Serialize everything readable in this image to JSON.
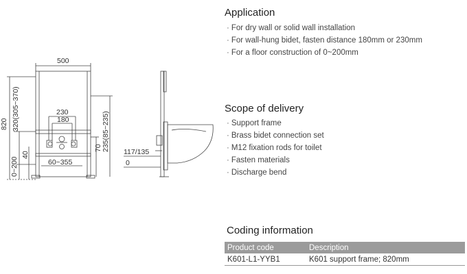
{
  "drawing": {
    "dim_width": "500",
    "dim_height_total": "820",
    "dim_height_range": "320(305~370)",
    "dim_floor": "0~200",
    "dim_low": "40",
    "dim_230": "230",
    "dim_180": "180",
    "dim_spacing": "60~355",
    "dim_70": "70",
    "dim_235": "235(85~235)",
    "dim_117": "117/135",
    "dim_zero": "0"
  },
  "application": {
    "title": "Application",
    "items": [
      "For dry wall or solid wall  installation",
      "For wall-hung bidet, fasten distance 180mm or 230mm",
      "For a floor construction of 0~200mm"
    ]
  },
  "scope": {
    "title": "Scope of delivery",
    "items": [
      "Support frame",
      "Brass bidet connection set",
      "M12 fixation rods for toilet",
      "Fasten materials",
      "Discharge bend"
    ]
  },
  "coding": {
    "title": "Coding information",
    "headers": [
      "Product code",
      "Description"
    ],
    "rows": [
      [
        "K601-L1-YYB1",
        "K601 support frame; 820mm"
      ]
    ]
  }
}
